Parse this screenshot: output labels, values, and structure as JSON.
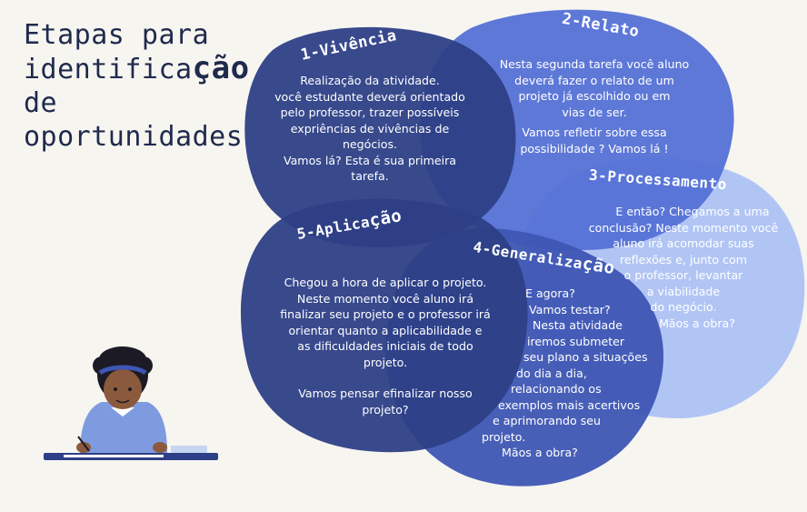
{
  "title": {
    "line1": "Etapas para",
    "line2_main": "identifica",
    "line2_emph": "ção",
    "line3": "de",
    "line4": "oportunidades"
  },
  "colors": {
    "background": "#f7f5f0",
    "stage1": "#2d3f86",
    "stage2": "#5571d6",
    "stage3": "#a9c0f5",
    "stage4": "#3e56b4",
    "stage5": "#2d3f86",
    "title": "#1f2a4d"
  },
  "stages": [
    {
      "heading": "1-Vivência",
      "lines": [
        "Realização da atividade.",
        "você estudante deverá orientado",
        "pelo professor, trazer possíveis",
        "expriências de vivências de",
        "negócios.",
        "Vamos lá? Esta é sua primeira tarefa."
      ]
    },
    {
      "heading": "2-Relato",
      "lines": [
        "Nesta segunda tarefa você aluno",
        "deverá fazer o relato de um",
        "projeto já escolhido ou em",
        "vias de ser.",
        "Vamos refletir sobre essa",
        "possibilidade ? Vamos lá !"
      ]
    },
    {
      "heading": "3-Processamento",
      "lines": [
        "E então? Chegamos a uma",
        "conclusão? Neste momento você",
        "aluno irá acomodar suas",
        "reflexões e, junto com",
        "o professor, levantar",
        "a viabilidade",
        "do negócio.",
        "Mãos a obra?"
      ]
    },
    {
      "heading_main": "4-Generaliza",
      "heading_emph": "ção",
      "lines": [
        "E agora?",
        "Vamos testar?",
        "Nesta atividade",
        "iremos submeter",
        "seu plano a situações",
        "do dia a dia,",
        "relacionando os",
        "exemplos mais acertivos",
        "e aprimorando seu",
        "projeto.",
        "Mãos a obra?"
      ]
    },
    {
      "heading_main": "5-Aplica",
      "heading_emph": "ção",
      "lines": [
        "Chegou a hora de aplicar o projeto.",
        "Neste momento você aluno irá",
        "finalizar seu projeto e o professor irá",
        "orientar quanto a aplicabilidade  e",
        "as dificuldades iniciais de todo",
        "projeto.",
        "",
        "Vamos pensar  efinalizar nosso",
        "projeto?"
      ]
    }
  ]
}
